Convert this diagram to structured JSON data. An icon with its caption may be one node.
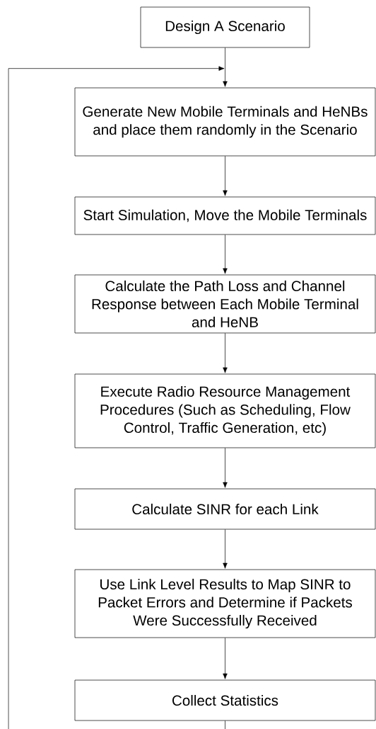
{
  "diagram": {
    "nodes": [
      {
        "text": [
          "Design A Scenario"
        ]
      },
      {
        "text": [
          "Generate New Mobile Terminals and HeNBs and place them randomly in the Scenario"
        ]
      },
      {
        "text": [
          "Start Simulation, Move the Mobile Terminals"
        ]
      },
      {
        "text": [
          "Calculate the Path Loss and Channel Response between Each Mobile Terminal and HeNB"
        ]
      },
      {
        "text": [
          "Execute Radio Resource Management Procedures (Such as Scheduling, Flow Control, Traffic Generation, etc)"
        ]
      },
      {
        "text": [
          "Calculate SINR for each Link"
        ]
      },
      {
        "text": [
          "Use Link Level Results to Map SINR to Packet Errors and Determine if Packets Were Successfully Received"
        ]
      },
      {
        "text": [
          "Collect Statistics"
        ]
      }
    ],
    "edges": [
      {
        "from": 0,
        "to": 1,
        "arrow": "to"
      },
      {
        "from": 1,
        "to": 2,
        "arrow": "to"
      },
      {
        "from": 2,
        "to": 3,
        "arrow": "to"
      },
      {
        "from": 3,
        "to": 4,
        "arrow": "to"
      },
      {
        "from": 4,
        "to": 5,
        "arrow": "to"
      },
      {
        "from": 5,
        "to": 6,
        "arrow": "to"
      },
      {
        "from": 6,
        "to": 7,
        "arrow": "to"
      },
      {
        "from": 7,
        "to": null,
        "arrow": "none"
      },
      {
        "from": null,
        "to": 1,
        "arrow": "to"
      }
    ]
  }
}
